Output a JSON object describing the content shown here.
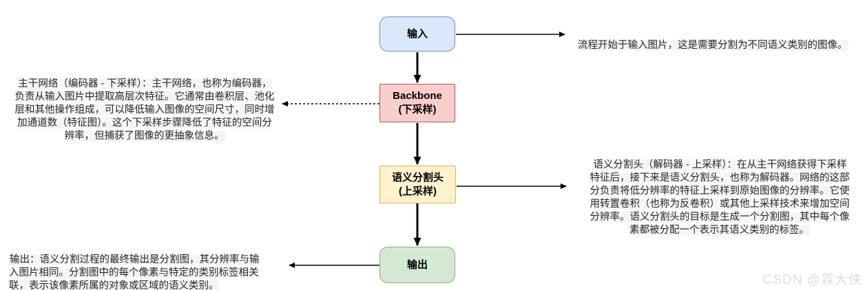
{
  "flow": {
    "input": {
      "label": "输入"
    },
    "backbone": {
      "label": [
        "Backbone",
        "(下采样)"
      ]
    },
    "seg_head": {
      "label": [
        "语义分割头",
        "(上采样)"
      ]
    },
    "output": {
      "label": "输出"
    }
  },
  "annotations": {
    "input_note": [
      "流程开始于输入图片，这是需要分割为不同语义类别的图像。"
    ],
    "backbone_note": [
      "主干网络（编码器 - 下采样）：主干网络，也称为编码器，",
      "负责从输入图片中提取高层次特征。它通常由卷积层、池化",
      "层和其他操作组成，可以降低输入图像的空间尺寸，同时增",
      "加通道数（特征图）。这个下采样步骤降低了特征的空间分",
      "辨率，但捕获了图像的更抽象信息。"
    ],
    "seg_head_note": [
      "语义分割头（解码器 - 上采样）：在从主干网络获得下采样",
      "特征后，接下来是语义分割头，也称为解码器。网络的这部",
      "分负责将低分辨率的特征上采样到原始图像的分辨率。它使",
      "用转置卷积（也称为反卷积）或其他上采样技术来增加空间",
      "分辨率。语义分割头的目标是生成一个分割图，其中每个像",
      "素都被分配一个表示其语义类别的标签。"
    ],
    "output_note": [
      "输出：语义分割过程的最终输出是分割图，其分辨率与输",
      "入图片相同。分割图中的每个像素与特定的类别标签相关",
      "联，表示该像素所属的对象或区域的语义类别。"
    ]
  },
  "colors": {
    "input_fill": "#dae8fc",
    "input_stroke": "#6c8ebf",
    "backbone_fill": "#f8cecc",
    "backbone_stroke": "#b85450",
    "seg_head_fill": "#fff2cc",
    "seg_head_stroke": "#d6b656",
    "output_fill": "#d5e8d4",
    "output_stroke": "#82b366",
    "arrow": "#000000",
    "note_highlight": "#f5f5f5"
  },
  "watermark": {
    "text": "CSDN @霖大侠"
  }
}
